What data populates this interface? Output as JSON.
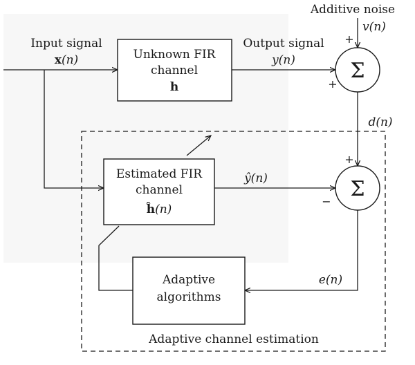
{
  "input_signal": {
    "label": "Input signal",
    "var": "x",
    "arg": "(n)"
  },
  "unknown_channel": {
    "line1": "Unknown FIR",
    "line2": "channel",
    "var": "h"
  },
  "output_signal": {
    "label": "Output signal",
    "expr": "y(n)"
  },
  "noise": {
    "label": "Additive noise",
    "expr": "v(n)"
  },
  "sum_top": {
    "symbol": "Σ",
    "plus_top": "+",
    "plus_left": "+"
  },
  "desired": {
    "expr": "d(n)"
  },
  "estimated_channel": {
    "line1": "Estimated FIR",
    "line2": "channel",
    "var": "ĥ",
    "arg": "(n)"
  },
  "estimated_output": {
    "expr": "ŷ(n)"
  },
  "sum_bottom": {
    "symbol": "Σ",
    "plus_top": "+",
    "minus_left": "−"
  },
  "error": {
    "expr": "e(n)"
  },
  "adaptive_algo": {
    "line1": "Adaptive",
    "line2": "algorithms"
  },
  "region": {
    "label": "Adaptive channel estimation"
  }
}
